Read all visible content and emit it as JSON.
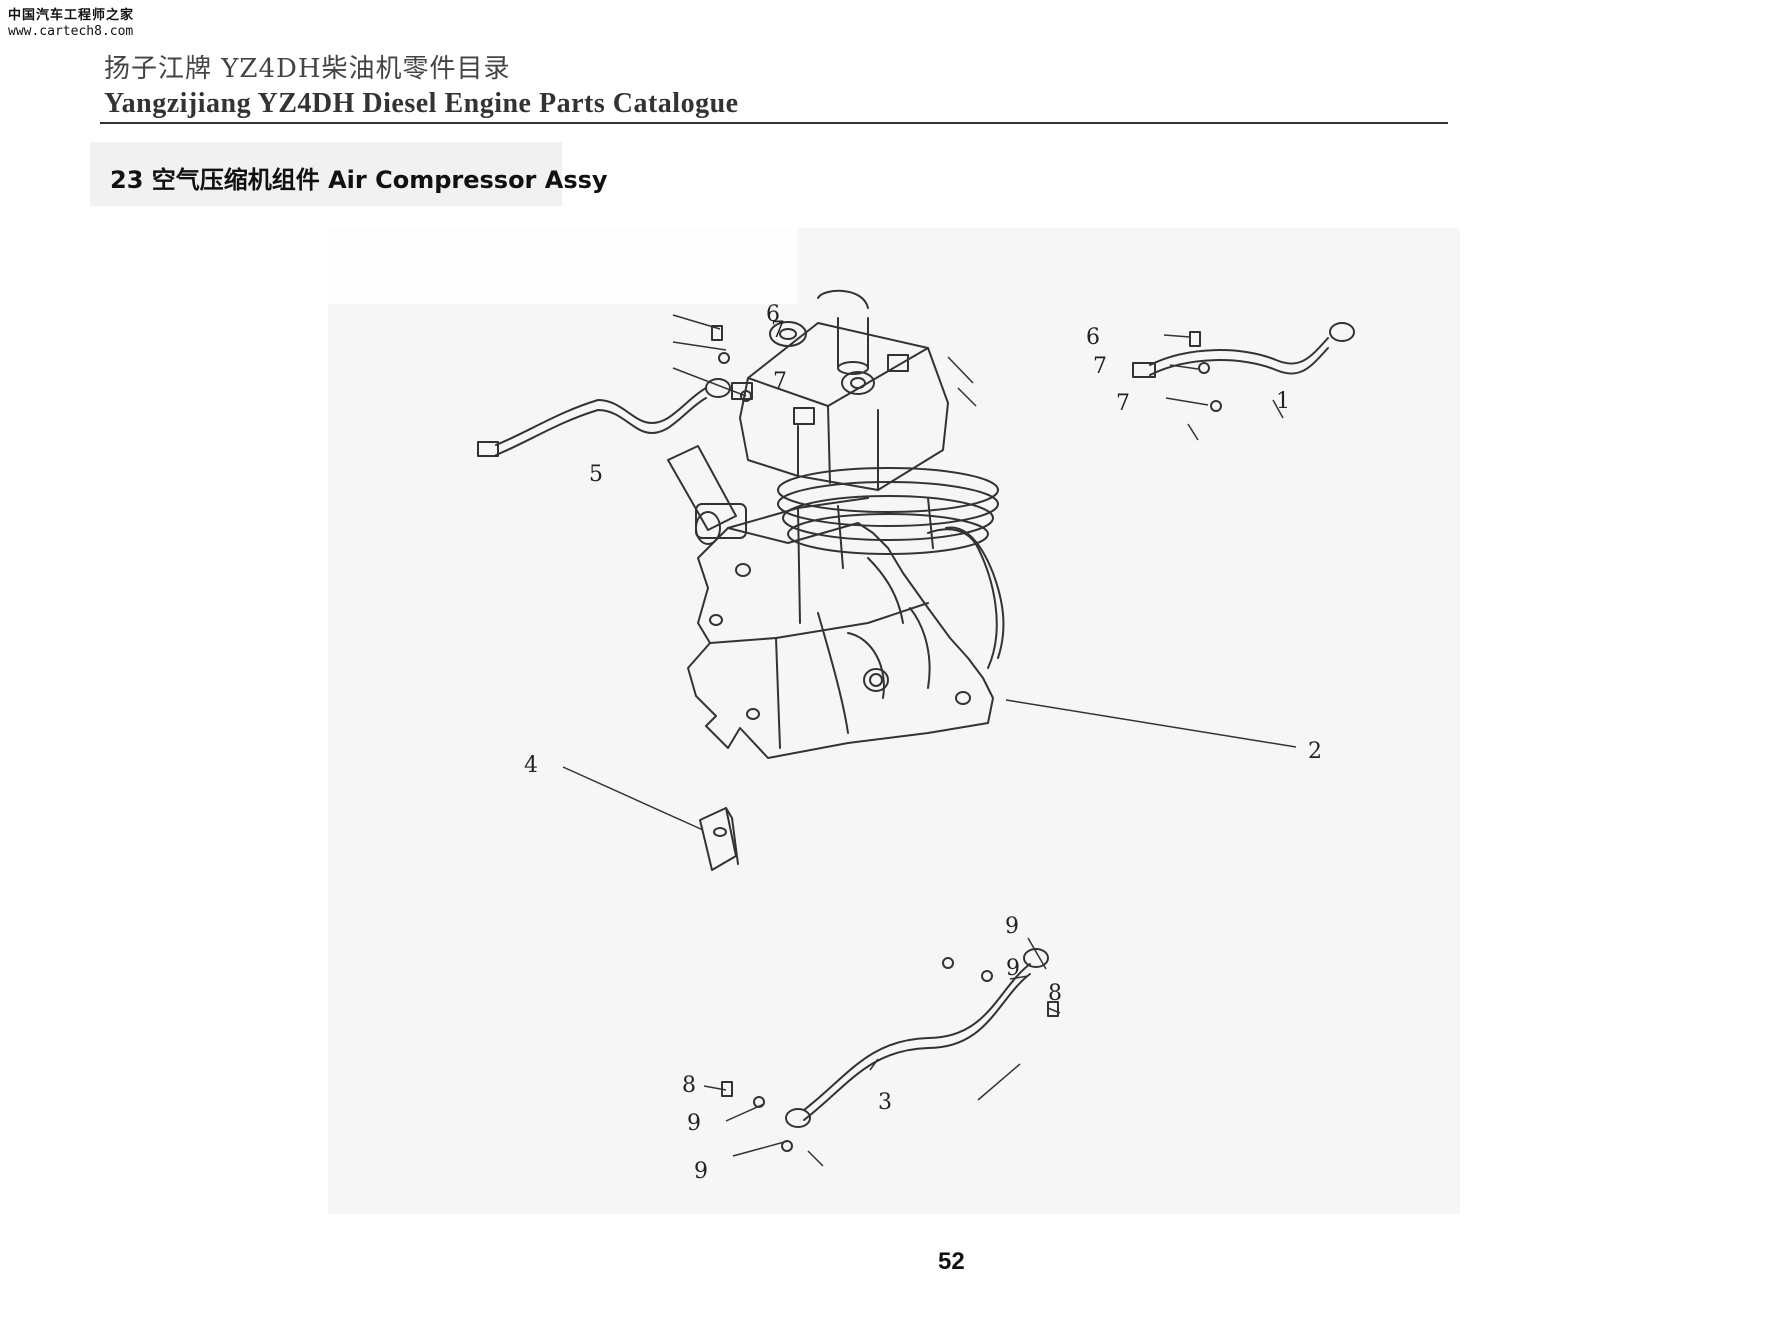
{
  "watermark": {
    "site_name": "中国汽车工程师之家",
    "url": "www.cartech8.com"
  },
  "header": {
    "title_cn": "扬子江牌 YZ4DH柴油机零件目录",
    "title_en": "Yangzijiang YZ4DH Diesel Engine Parts Catalogue"
  },
  "section": {
    "title": "23 空气压缩机组件  Air Compressor Assy"
  },
  "diagram": {
    "callouts": [
      "1",
      "2",
      "3",
      "4",
      "5",
      "6",
      "7",
      "7",
      "6",
      "7",
      "7",
      "8",
      "9",
      "9",
      "8",
      "9",
      "9"
    ]
  },
  "page_number": "52"
}
